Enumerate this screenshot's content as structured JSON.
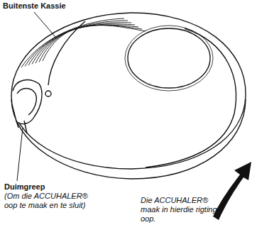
{
  "diagram": {
    "labels": [
      "Buitenste Kassie",
      "Duimgreep",
      "(Om die ACCUHALER® oop te maak en te sluit)",
      "Die ACCUHALER® maak in hierdie rigting oop."
    ]
  }
}
